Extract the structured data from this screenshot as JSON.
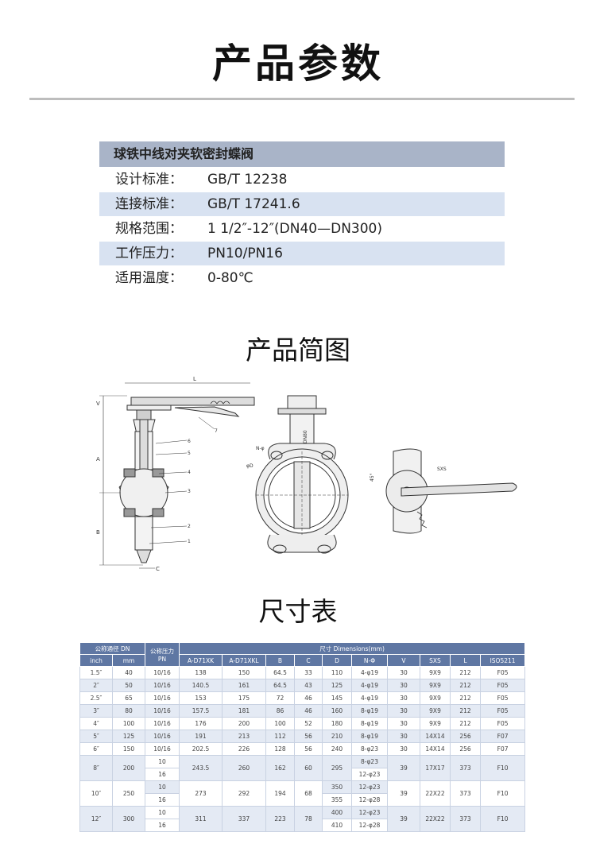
{
  "title": "产品参数",
  "params": {
    "header": "球铁中线对夹软密封蝶阀",
    "rows": [
      {
        "key": "设计标准：",
        "value": "GB/T 12238"
      },
      {
        "key": "连接标准：",
        "value": "GB/T 17241.6"
      },
      {
        "key": "规格范围：",
        "value": "1 1/2″-12″(DN40—DN300)"
      },
      {
        "key": "工作压力：",
        "value": "PN10/PN16"
      },
      {
        "key": "适用温度：",
        "value": "0-80℃"
      }
    ]
  },
  "diagram": {
    "title": "产品简图",
    "labels": {
      "L": "L",
      "V": "V",
      "A": "A",
      "B": "B",
      "C": "C",
      "n1": "1",
      "n2": "2",
      "n3": "3",
      "n4": "4",
      "n5": "5",
      "n6": "6",
      "n7": "7",
      "nphi": "N-φ",
      "phid": "φD",
      "dn": "DN80",
      "sxs": "SXS",
      "angle": "45°"
    }
  },
  "dimensions": {
    "title": "尺寸表",
    "headers": {
      "dn": "公称通径 DN",
      "pn": "公称压力",
      "pn2": "PN",
      "dim": "尺寸 Dimensions(mm)",
      "inch": "inch",
      "mm": "mm",
      "a1": "A-D71XK",
      "a2": "A-D71XKL",
      "b": "B",
      "c": "C",
      "d": "D",
      "n": "N-Φ",
      "v": "V",
      "sxs": "SXS",
      "l": "L",
      "iso": "ISO5211"
    },
    "simple_rows": [
      [
        "1.5″",
        "40",
        "10/16",
        "138",
        "150",
        "64.5",
        "33",
        "110",
        "4-φ19",
        "30",
        "9X9",
        "212",
        "F05"
      ],
      [
        "2″",
        "50",
        "10/16",
        "140.5",
        "161",
        "64.5",
        "43",
        "125",
        "4-φ19",
        "30",
        "9X9",
        "212",
        "F05"
      ],
      [
        "2.5″",
        "65",
        "10/16",
        "153",
        "175",
        "72",
        "46",
        "145",
        "4-φ19",
        "30",
        "9X9",
        "212",
        "F05"
      ],
      [
        "3″",
        "80",
        "10/16",
        "157.5",
        "181",
        "86",
        "46",
        "160",
        "8-φ19",
        "30",
        "9X9",
        "212",
        "F05"
      ],
      [
        "4″",
        "100",
        "10/16",
        "176",
        "200",
        "100",
        "52",
        "180",
        "8-φ19",
        "30",
        "9X9",
        "212",
        "F05"
      ],
      [
        "5″",
        "125",
        "10/16",
        "191",
        "213",
        "112",
        "56",
        "210",
        "8-φ19",
        "30",
        "14X14",
        "256",
        "F07"
      ],
      [
        "6″",
        "150",
        "10/16",
        "202.5",
        "226",
        "128",
        "56",
        "240",
        "8-φ23",
        "30",
        "14X14",
        "256",
        "F07"
      ]
    ],
    "split_rows": [
      {
        "inch": "8″",
        "mm": "200",
        "pn": [
          "10",
          "16"
        ],
        "a1": "243.5",
        "a2": "260",
        "b": "162",
        "c": "60",
        "d": [
          "295"
        ],
        "n": [
          "8-φ23",
          "12-φ23"
        ],
        "v": "39",
        "sxs": "17X17",
        "l": "373",
        "iso": "F10"
      },
      {
        "inch": "10″",
        "mm": "250",
        "pn": [
          "10",
          "16"
        ],
        "a1": "273",
        "a2": "292",
        "b": "194",
        "c": "68",
        "d": [
          "350",
          "355"
        ],
        "n": [
          "12-φ23",
          "12-φ28"
        ],
        "v": "39",
        "sxs": "22X22",
        "l": "373",
        "iso": "F10"
      },
      {
        "inch": "12″",
        "mm": "300",
        "pn": [
          "10",
          "16"
        ],
        "a1": "311",
        "a2": "337",
        "b": "223",
        "c": "78",
        "d": [
          "400",
          "410"
        ],
        "n": [
          "12-φ23",
          "12-φ28"
        ],
        "v": "39",
        "sxs": "22X22",
        "l": "373",
        "iso": "F10"
      }
    ]
  }
}
